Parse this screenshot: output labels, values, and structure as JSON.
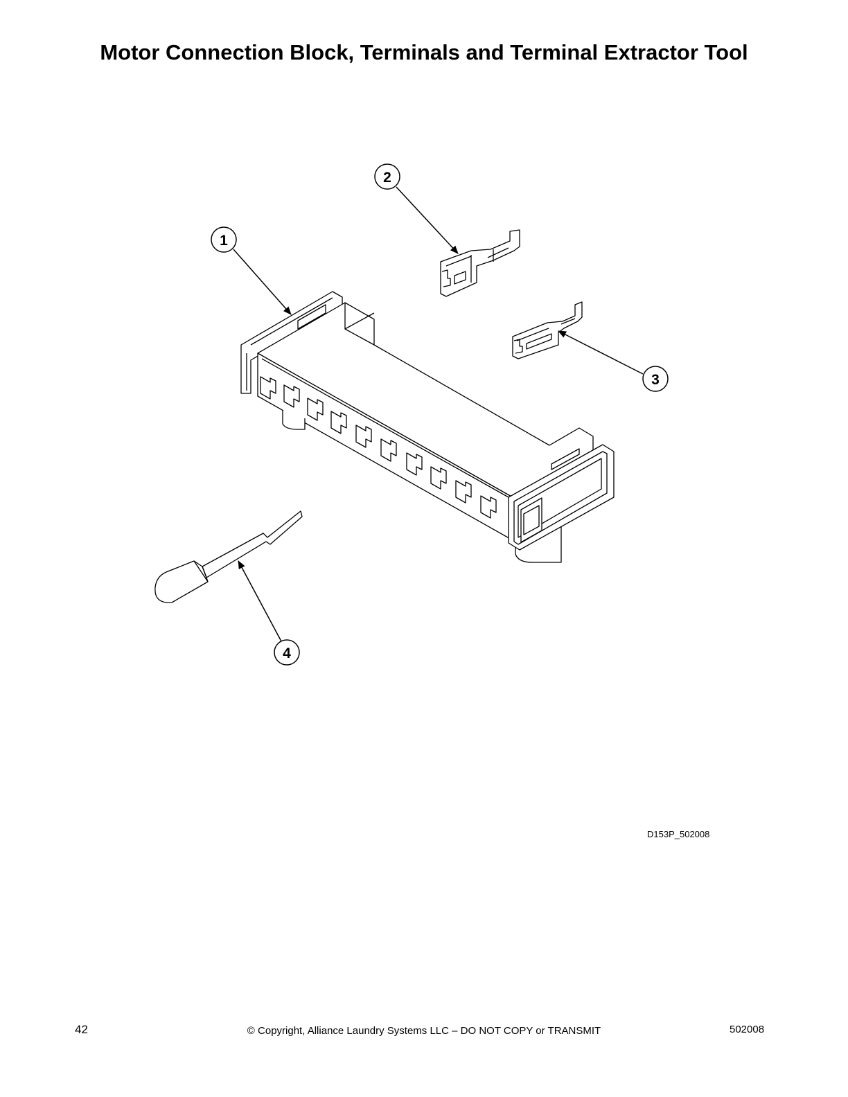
{
  "page": {
    "title": "Motor Connection Block, Terminals and Terminal Extractor Tool"
  },
  "diagram": {
    "callouts": [
      "1",
      "2",
      "3",
      "4"
    ],
    "drawing_id": "D153P_502008"
  },
  "footer": {
    "page_number": "42",
    "copyright": "© Copyright, Alliance Laundry Systems LLC – DO NOT COPY or TRANSMIT",
    "document_number": "502008"
  }
}
